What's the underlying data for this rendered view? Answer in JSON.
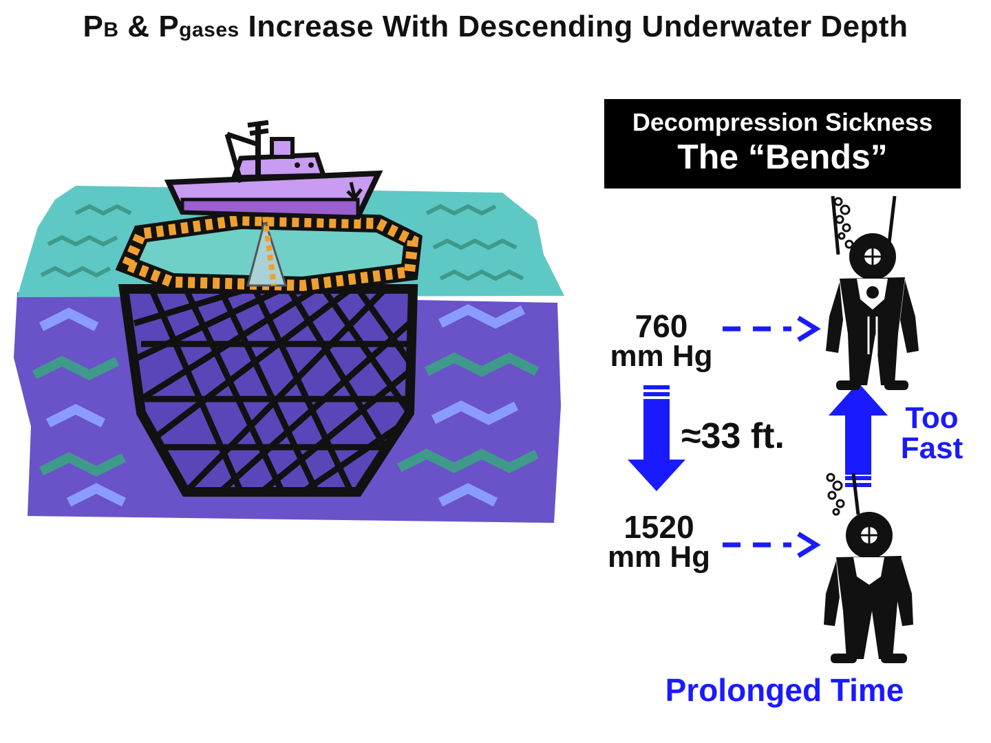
{
  "title": {
    "pb_main": "P",
    "pb_sub": "B",
    "amp": "&",
    "pg_main": "P",
    "pg_sub": "gases",
    "rest": "Increase With Descending Underwater Depth"
  },
  "bends_box": {
    "line1": "Decompression Sickness",
    "line2": "The “Bends”"
  },
  "pressure_top": {
    "value": "760",
    "unit": "mm Hg"
  },
  "pressure_bottom": {
    "value": "1520",
    "unit": "mm Hg"
  },
  "depth_label": "≈33 ft.",
  "ascent_label": {
    "line1": "Too",
    "line2": "Fast"
  },
  "time_label": "Prolonged Time",
  "colors": {
    "surface_water": "#5ec8c4",
    "deep_water": "#6a52c8",
    "wave_light": "#8a9cff",
    "wave_dark": "#3f9a8c",
    "boat": "#c79cf2",
    "net_float": "#f0a030",
    "arrow_blue": "#1a1aff",
    "diver": "#111111"
  },
  "icons": [
    "fishing-boat-icon",
    "fishing-net-icon",
    "diver-icon",
    "bubbles-icon"
  ]
}
